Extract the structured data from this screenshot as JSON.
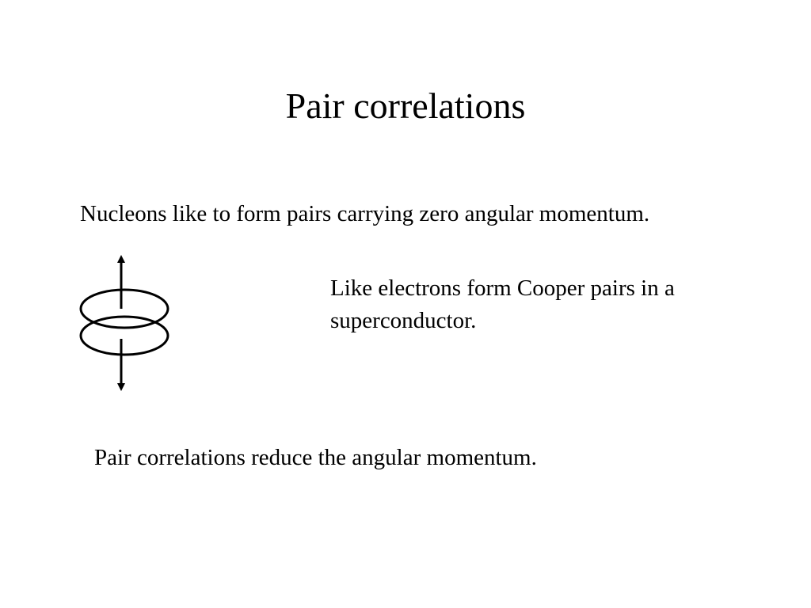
{
  "slide": {
    "title": "Pair correlations",
    "statement": "Nucleons like to form pairs carrying zero angular momentum.",
    "analogy": "Like electrons form Cooper pairs in a superconductor.",
    "conclusion": "Pair correlations reduce the angular momentum."
  },
  "diagram": {
    "icon": "cooper-pair-rings-icon",
    "stroke_color": "#000000"
  }
}
